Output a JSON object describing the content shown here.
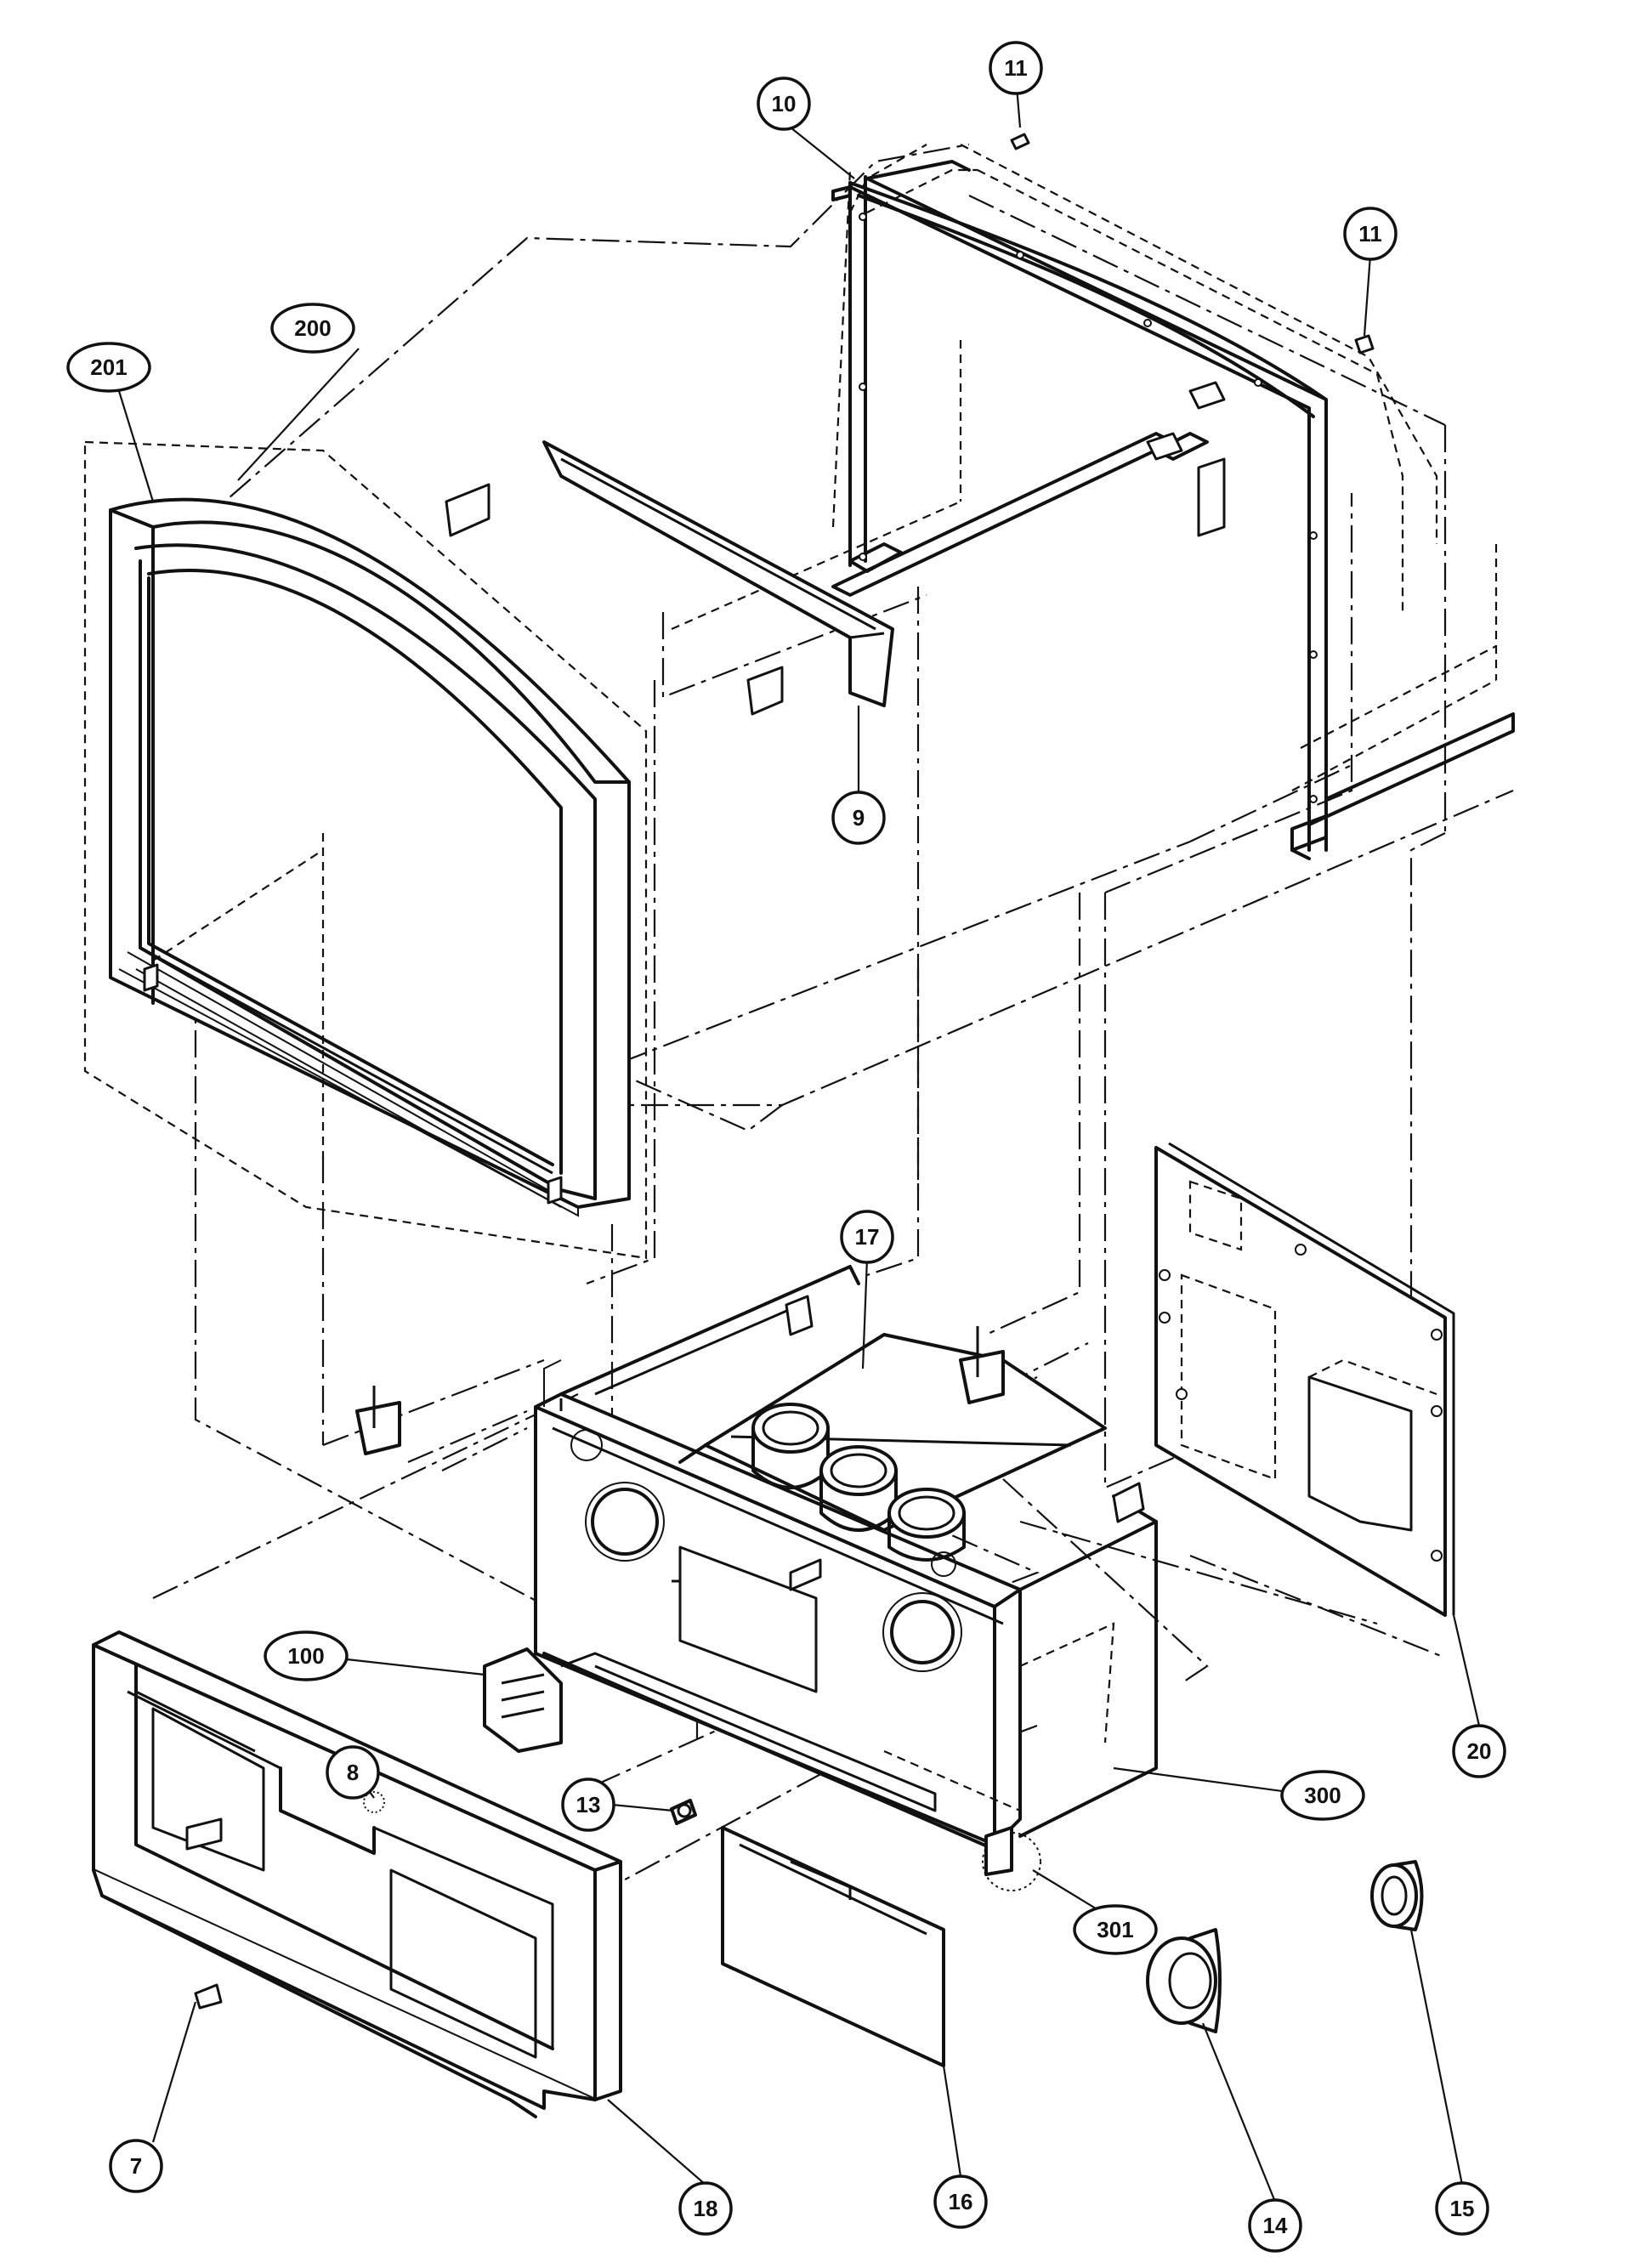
{
  "callouts": [
    {
      "id": "c7",
      "label": "7"
    },
    {
      "id": "c8",
      "label": "8"
    },
    {
      "id": "c9",
      "label": "9"
    },
    {
      "id": "c10",
      "label": "10"
    },
    {
      "id": "c11a",
      "label": "11"
    },
    {
      "id": "c11b",
      "label": "11"
    },
    {
      "id": "c13",
      "label": "13"
    },
    {
      "id": "c14",
      "label": "14"
    },
    {
      "id": "c15",
      "label": "15"
    },
    {
      "id": "c16",
      "label": "16"
    },
    {
      "id": "c17",
      "label": "17"
    },
    {
      "id": "c18",
      "label": "18"
    },
    {
      "id": "c20",
      "label": "20"
    },
    {
      "id": "c100",
      "label": "100"
    },
    {
      "id": "c200",
      "label": "200"
    },
    {
      "id": "c201",
      "label": "201"
    },
    {
      "id": "c300",
      "label": "300"
    },
    {
      "id": "c301",
      "label": "301"
    }
  ]
}
